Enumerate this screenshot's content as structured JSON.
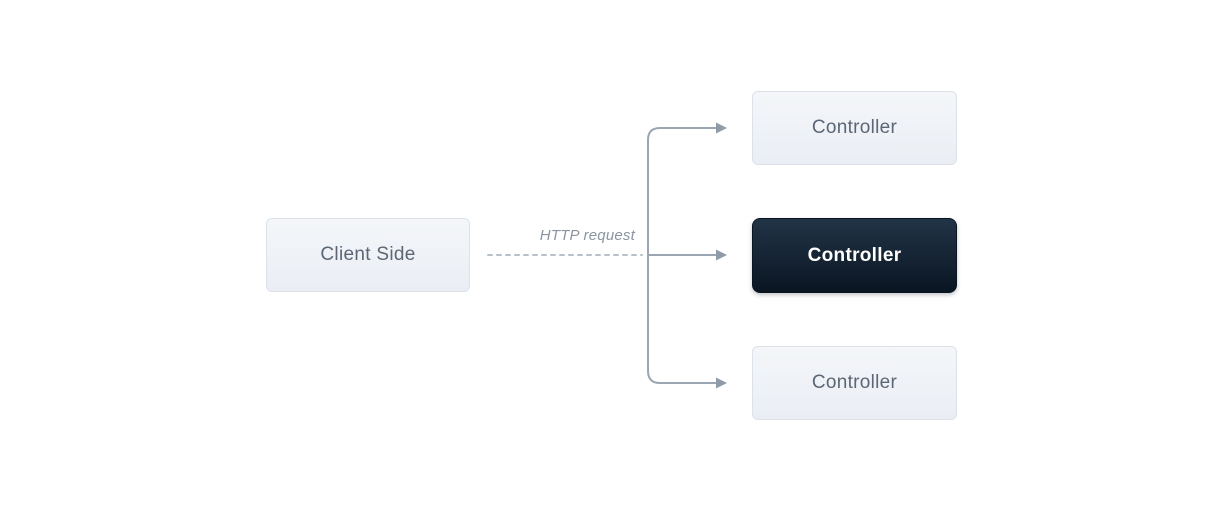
{
  "diagram": {
    "client_node": {
      "label": "Client Side"
    },
    "edge_label": "HTTP request",
    "controllers": [
      {
        "label": "Controller",
        "variant": "light"
      },
      {
        "label": "Controller",
        "variant": "dark"
      },
      {
        "label": "Controller",
        "variant": "light"
      }
    ],
    "colors": {
      "canvas_bg": "#ffffff",
      "node_light_bg_top": "#f4f6f9",
      "node_light_bg_bottom": "#eaeef4",
      "node_light_border": "#dbe2ea",
      "node_light_text": "#5c6775",
      "node_dark_bg_top": "#223447",
      "node_dark_bg_bottom": "#0a1522",
      "node_dark_text": "#ffffff",
      "connector_line": "#9aa6b2",
      "dashed_line": "#b8c1cb",
      "edge_label_text": "#8b95a1"
    }
  }
}
